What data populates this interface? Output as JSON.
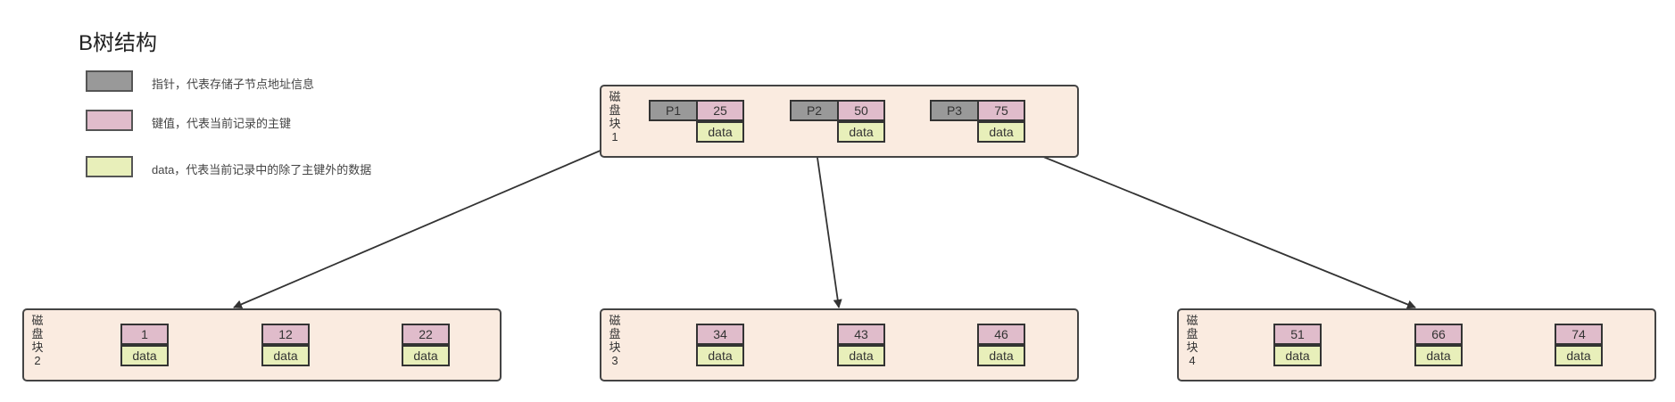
{
  "title": "B树结构",
  "legend": {
    "pointer": {
      "color": "#999999",
      "text": "指针，代表存储子节点地址信息"
    },
    "key": {
      "color": "#e0bccb",
      "text": "键值，代表当前记录的主键"
    },
    "data": {
      "color": "#e8efba",
      "text": "data，代表当前记录中的除了主键外的数据"
    }
  },
  "root": {
    "label": "磁盘块1",
    "entries": [
      {
        "pointer": "P1",
        "key": "25",
        "data": "data"
      },
      {
        "pointer": "P2",
        "key": "50",
        "data": "data"
      },
      {
        "pointer": "P3",
        "key": "75",
        "data": "data"
      }
    ]
  },
  "leaves": [
    {
      "label": "磁盘块2",
      "entries": [
        {
          "key": "1",
          "data": "data"
        },
        {
          "key": "12",
          "data": "data"
        },
        {
          "key": "22",
          "data": "data"
        }
      ]
    },
    {
      "label": "磁盘块3",
      "entries": [
        {
          "key": "34",
          "data": "data"
        },
        {
          "key": "43",
          "data": "data"
        },
        {
          "key": "46",
          "data": "data"
        }
      ]
    },
    {
      "label": "磁盘块4",
      "entries": [
        {
          "key": "51",
          "data": "data"
        },
        {
          "key": "66",
          "data": "data"
        },
        {
          "key": "74",
          "data": "data"
        }
      ]
    }
  ],
  "colors": {
    "disk_bg": "#faebe0",
    "pointer": "#999999",
    "key": "#e0bccb",
    "data": "#e8efba",
    "edge": "#333333"
  }
}
